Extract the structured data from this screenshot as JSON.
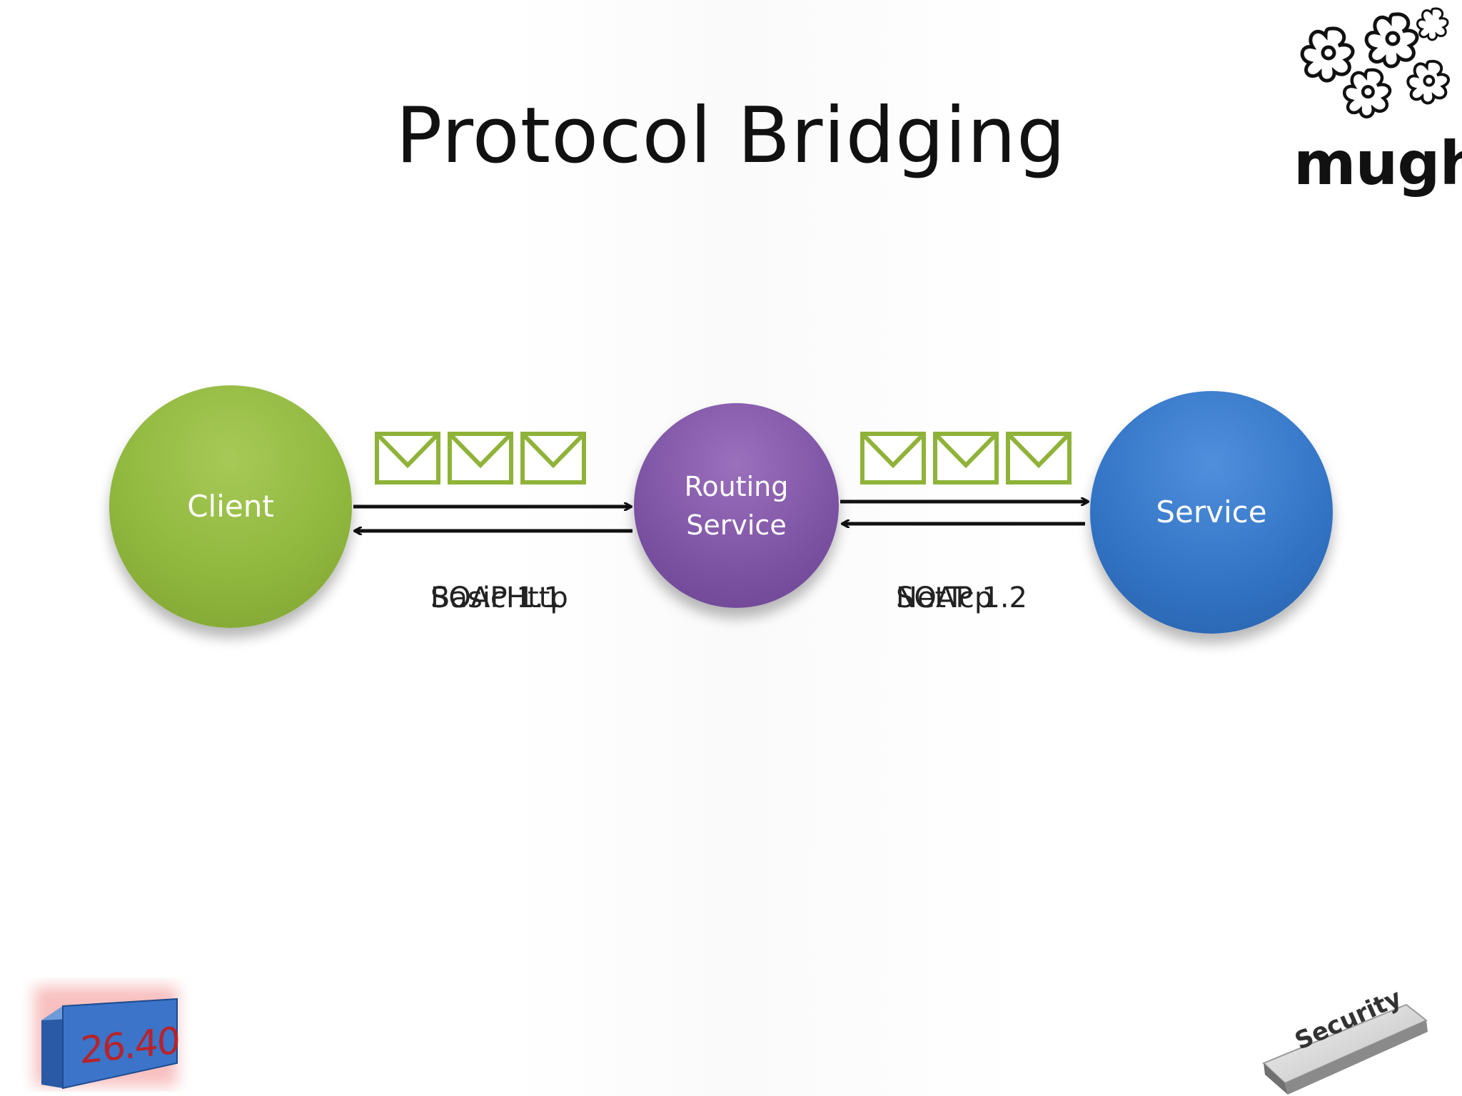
{
  "slide": {
    "title": "Protocol Bridging",
    "logo": {
      "text": "mugh",
      "icon": "flower-cluster-logo"
    },
    "nodes": {
      "client": {
        "label": "Client",
        "color": "#92b93f"
      },
      "routing": {
        "label": "Routing\nService",
        "color": "#7d55a6"
      },
      "service": {
        "label": "Service",
        "color": "#3474c6"
      }
    },
    "envelope_color": "#8fb339",
    "left_link": {
      "protocols": [
        "SOAP 1.1",
        "BasicHttp"
      ],
      "messages": 3
    },
    "right_link": {
      "protocols": [
        "SOAP 1.2",
        "NetTcp"
      ],
      "messages": 3
    },
    "timer": {
      "value": "26.40",
      "color": "#b8232a"
    },
    "badge": {
      "label": "Security",
      "icon": "security-key-icon"
    }
  }
}
